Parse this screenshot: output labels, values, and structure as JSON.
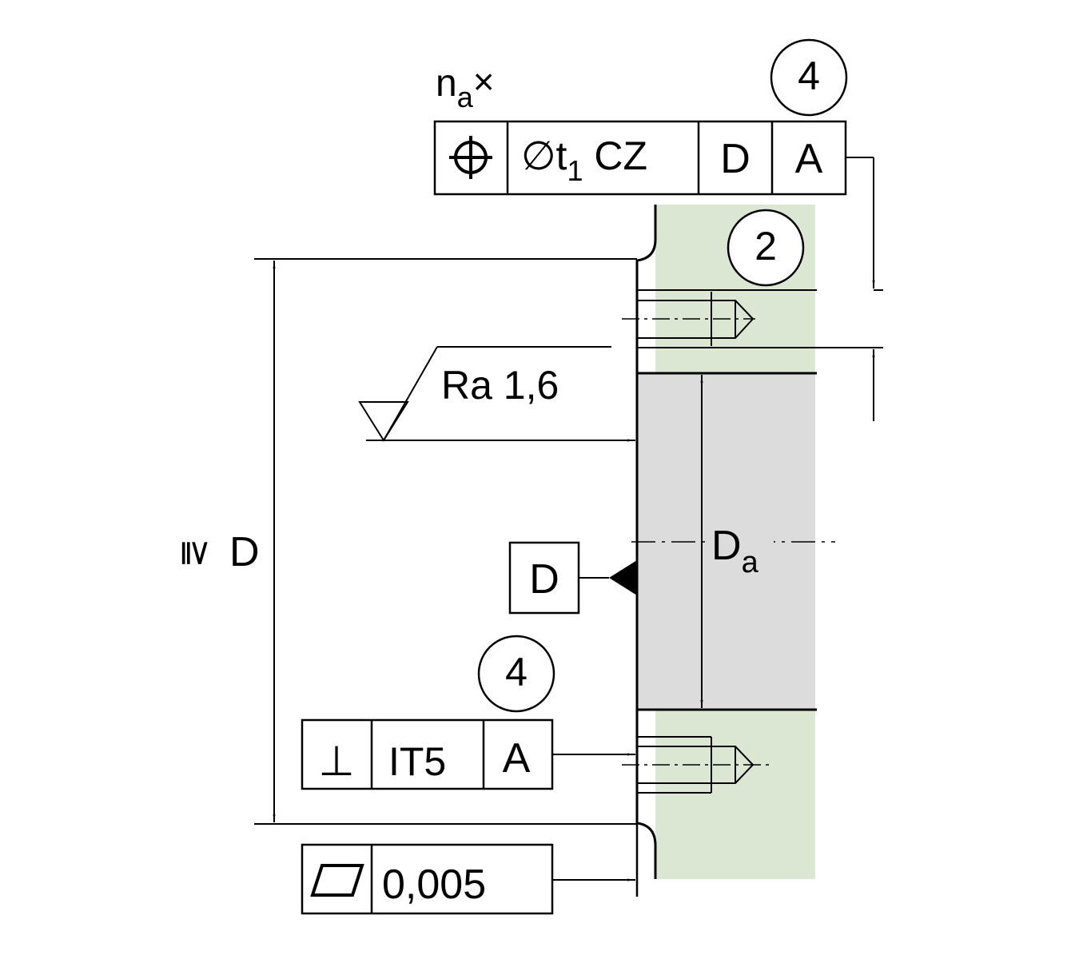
{
  "colors": {
    "line": "#000000",
    "background": "#ffffff",
    "flange_fill": "#dbe7d3",
    "bore_fill": "#dcdcdc"
  },
  "feature_frame_top": {
    "multiplier_base": "n",
    "multiplier_sub": "a",
    "multiplier_sign": "×",
    "position_symbol_icon": "position-symbol-icon",
    "tolerance_prefix": "∅t",
    "tolerance_sub": "1",
    "tolerance_suffix": " CZ",
    "datum_1": "D",
    "datum_2": "A",
    "balloon": "4"
  },
  "feature_frame_perpendicularity": {
    "symbol": "⊥",
    "tolerance": "IT5",
    "datum": "A",
    "balloon": "4"
  },
  "feature_frame_flatness": {
    "symbol_icon": "flatness-symbol-icon",
    "tolerance": "0,005"
  },
  "surface_finish": {
    "roughness_label": "Ra 1,6"
  },
  "datum_feature": {
    "label": "D"
  },
  "dimensions": {
    "outer_relation": "≧",
    "outer_label": "D",
    "bore_base": "D",
    "bore_sub": "a"
  },
  "balloons": {
    "hole_balloon": "2"
  }
}
